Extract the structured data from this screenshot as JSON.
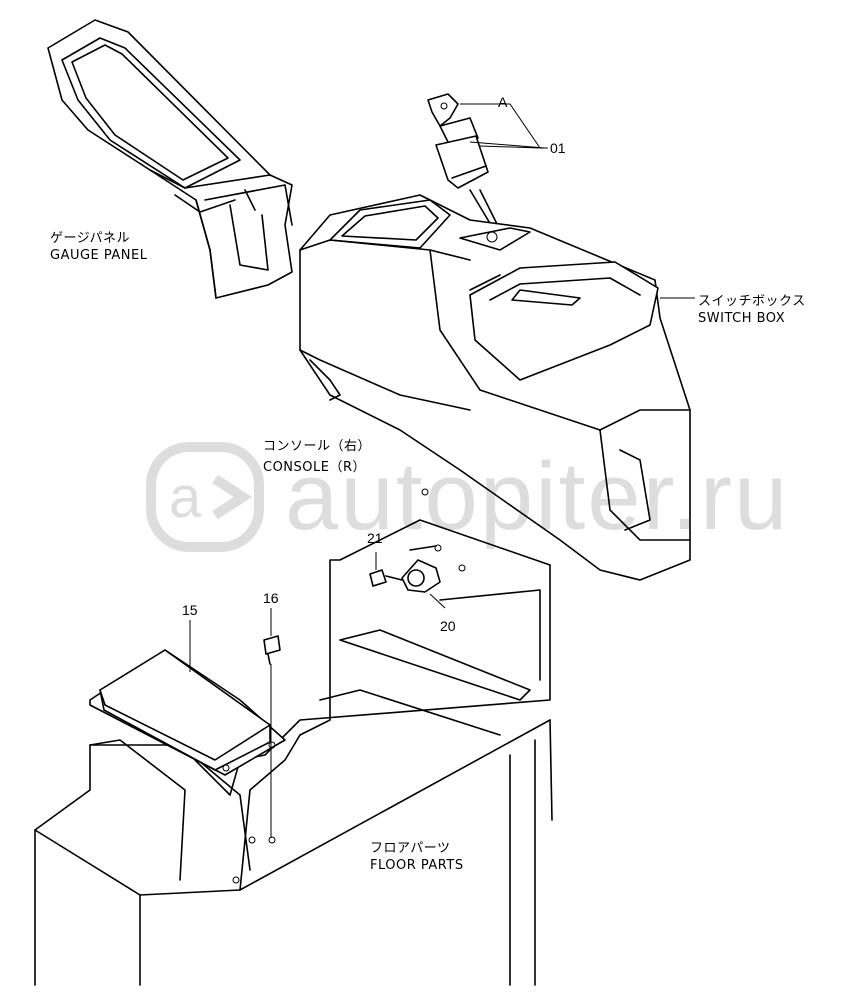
{
  "labels": {
    "gauge_panel_jp": "ゲージパネル",
    "gauge_panel_en": "GAUGE PANEL",
    "switch_box_jp": "スイッチボックス",
    "switch_box_en": "SWITCH BOX",
    "console_jp": "コンソール（右）",
    "console_en": "CONSOLE（R）",
    "floor_parts_jp": "フロアパーツ",
    "floor_parts_en": "FLOOR PARTS"
  },
  "callouts": {
    "a": "A",
    "p01": "01",
    "p15": "15",
    "p16": "16",
    "p20": "20",
    "p21": "21"
  },
  "watermark": {
    "text": "autopiter.ru",
    "icon": "a-arrow-logo"
  }
}
